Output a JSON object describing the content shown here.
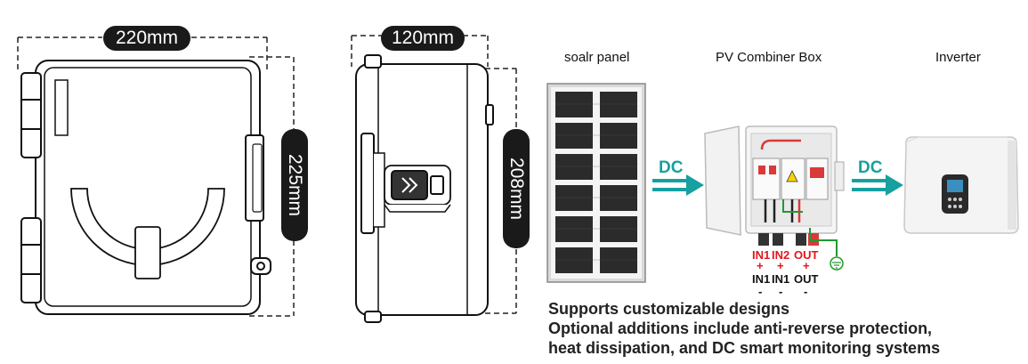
{
  "dimensions": {
    "front_width": "220mm",
    "front_height": "225mm",
    "side_depth": "120mm",
    "side_height": "208mm"
  },
  "flow": {
    "solar_label": "soalr panel",
    "combiner_label": "PV Combiner Box",
    "inverter_label": "Inverter",
    "arrow1_text": "DC",
    "arrow2_text": "DC"
  },
  "terminals": {
    "top": [
      "IN1",
      "IN2",
      "OUT"
    ],
    "plus": [
      "+",
      "+",
      "+"
    ],
    "bottom": [
      "IN1",
      "IN1",
      "OUT"
    ],
    "minus": [
      "-",
      "-",
      "-"
    ]
  },
  "notes": {
    "line1": "Supports customizable designs",
    "line2": "Optional additions include anti-reverse protection,",
    "line3": "heat dissipation, and DC smart monitoring systems"
  },
  "colors": {
    "arrow": "#17a0a0",
    "terminal_red": "#e0161e",
    "ground_green": "#1f9a2e"
  }
}
